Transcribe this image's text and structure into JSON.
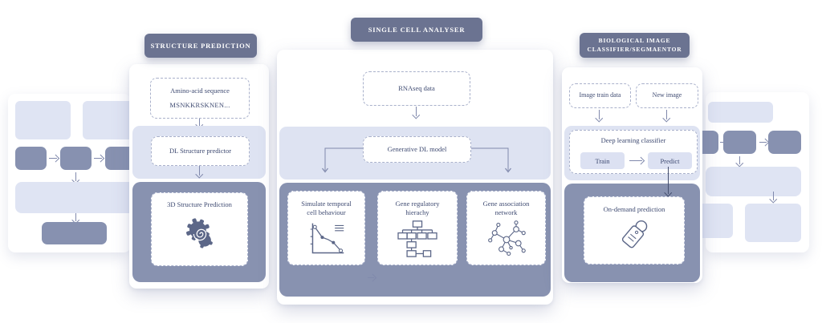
{
  "diagram": {
    "structure_prediction": {
      "header": "STRUCTURE PREDICTION",
      "amino_line1": "Amino-acid sequence",
      "amino_line2": "MSNKKRSKNEN...",
      "predictor": "DL Structure predictor",
      "output": "3D Structure Prediction"
    },
    "single_cell": {
      "header": "SINGLE CELL ANALYSER",
      "input": "RNAseq data",
      "model": "Generative DL model",
      "outputs": [
        {
          "line1": "Simulate temporal",
          "line2": "cell behaviour"
        },
        {
          "line1": "Gene regulatory",
          "line2": "hierachy"
        },
        {
          "line1": "Gene association",
          "line2": "network"
        }
      ]
    },
    "bio_image": {
      "header_line1": "BIOLOGICAL IMAGE",
      "header_line2": "CLASSIFIER/SEGMAENTOR",
      "input_train": "Image train data",
      "input_new": "New image",
      "classifier": "Deep learning classifier",
      "train": "Train",
      "predict": "Predict",
      "output": "On-demand prediction"
    },
    "colors": {
      "badge": "#6b7391",
      "section_light": "#dee3f2",
      "section_dark": "#8892b0",
      "text": "#3f4b72",
      "icon_stroke": "#5c6788",
      "arrow": "#8089ac",
      "arrow_dark": "#454f6e"
    }
  }
}
